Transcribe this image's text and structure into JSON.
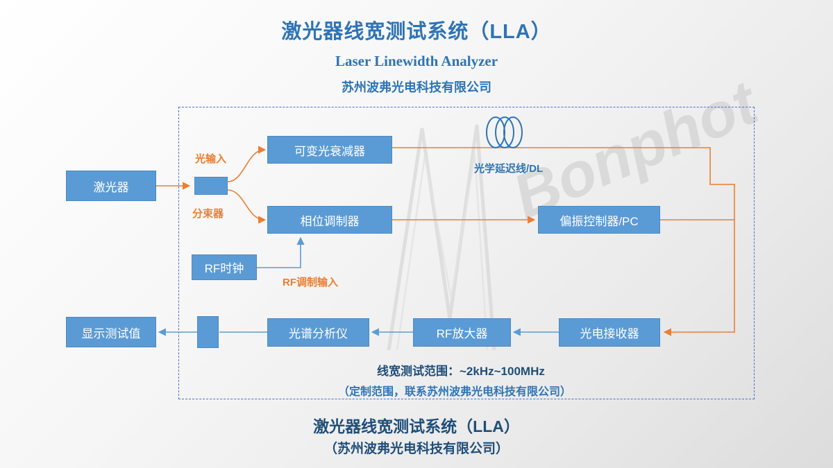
{
  "page": {
    "title": "激光器线宽测试系统（LLA）",
    "subtitle_en": "Laser Linewidth Analyzer",
    "company": "苏州波弗光电科技有限公司",
    "footer_title": "激光器线宽测试系统（LLA）",
    "footer_company": "（苏州波弗光电科技有限公司）"
  },
  "diagram": {
    "nodes": {
      "laser": "激光器",
      "splitter_box": "",
      "attenuator": "可变光衰减器",
      "phase_modulator": "相位调制器",
      "rf_clock": "RF时钟",
      "polarization_controller": "偏振控制器/PC",
      "photo_receiver": "光电接收器",
      "rf_amplifier": "RF放大器",
      "spectrum_analyzer": "光谱分析仪",
      "display_value": "显示测试值"
    },
    "labels": {
      "light_input": "光输入",
      "splitter": "分束器",
      "rf_mod_input": "RF调制输入",
      "optical_delay_line": "光学延迟线/DL",
      "linewidth_range": "线宽测试范围：~2kHz~100MHz",
      "range_note": "（定制范围，联系苏州波弗光电科技有限公司）"
    },
    "watermark": "Bonphot",
    "colors": {
      "box_fill": "#5B9BD5",
      "optical_line": "#ED7D31",
      "electrical_line": "#5B9BD5",
      "title_blue": "#2E74B5",
      "dark_blue": "#1F4E79"
    }
  }
}
